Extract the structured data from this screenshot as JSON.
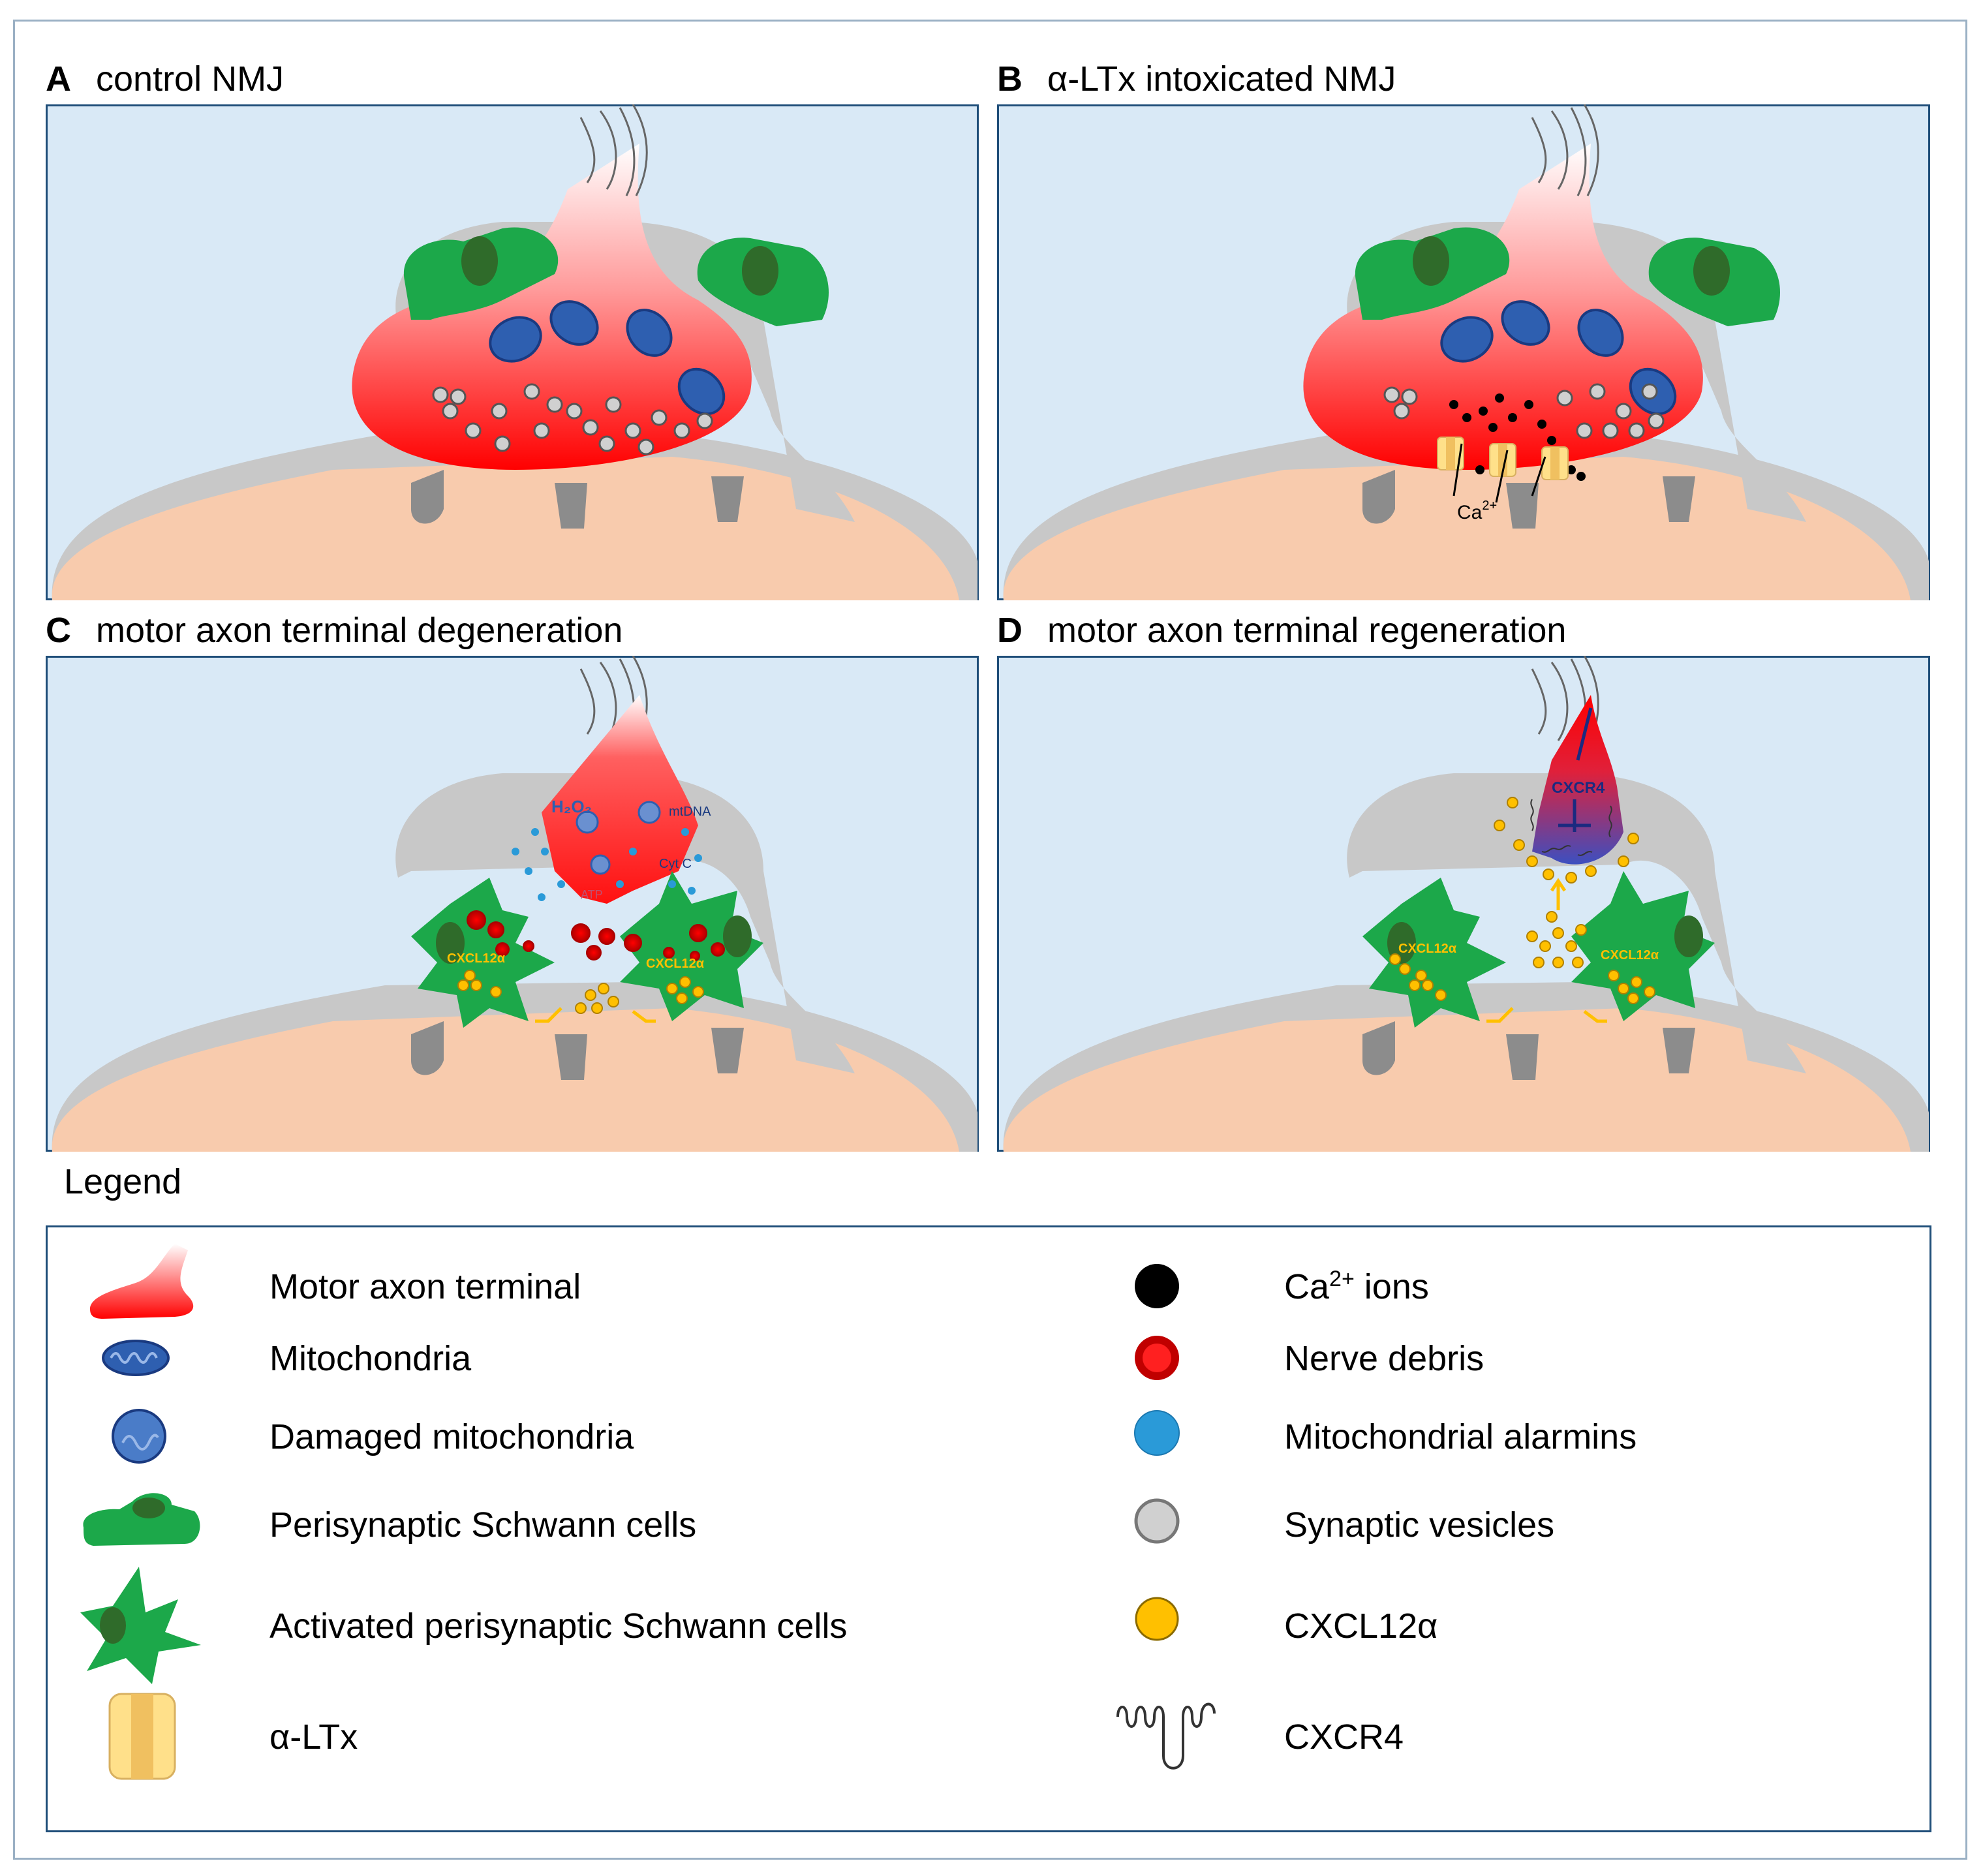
{
  "panels": [
    {
      "letter": "A",
      "title": "control NMJ"
    },
    {
      "letter": "B",
      "title": "α-LTx intoxicated NMJ"
    },
    {
      "letter": "C",
      "title": "motor axon terminal degeneration"
    },
    {
      "letter": "D",
      "title": "motor axon terminal regeneration"
    }
  ],
  "annotations": {
    "calcium": "Ca",
    "calcium_sup": "2+",
    "h2o2": "H₂O₂",
    "mtdna": "mtDNA",
    "cytc": "Cyt C",
    "atp": "ATP",
    "cxcl12": "CXCL12α",
    "cxcr4": "CXCR4"
  },
  "legend": {
    "title": "Legend",
    "left_items": [
      {
        "icon": "axon-terminal-icon",
        "label": "Motor axon terminal"
      },
      {
        "icon": "mitochondria-icon",
        "label": "Mitochondria"
      },
      {
        "icon": "damaged-mitochondria-icon",
        "label": "Damaged mitochondria"
      },
      {
        "icon": "schwann-cell-icon",
        "label": "Perisynaptic Schwann cells"
      },
      {
        "icon": "activated-schwann-cell-icon",
        "label": "Activated perisynaptic Schwann cells"
      },
      {
        "icon": "alpha-ltx-icon",
        "label": "α-LTx"
      }
    ],
    "right_items": [
      {
        "icon": "calcium-ion-icon",
        "label": "Ca",
        "sup": "2+",
        "label_suffix": " ions"
      },
      {
        "icon": "nerve-debris-icon",
        "label": "Nerve debris"
      },
      {
        "icon": "mitochondrial-alarmin-icon",
        "label": "Mitochondrial alarmins"
      },
      {
        "icon": "synaptic-vesicle-icon",
        "label": "Synaptic vesicles"
      },
      {
        "icon": "cxcl12-icon",
        "label": "CXCL12α"
      },
      {
        "icon": "cxcr4-icon",
        "label": "CXCR4"
      }
    ]
  },
  "colors": {
    "panel_bg": "#d9e9f6",
    "panel_border": "#1f4e79",
    "muscle": "#f8cbad",
    "glia_gray": "#c8c8c8",
    "schwann_green": "#1ca84a",
    "schwann_nucleus": "#2f6b2a",
    "axon_red": "#ff0000",
    "mito_blue": "#2e5fb0",
    "vesicle_gray": "#d0d0d0",
    "cxcl12_yellow": "#ffc000",
    "alarmin_blue": "#2a9ad8",
    "cxcr4_navy": "#1a2a80"
  }
}
